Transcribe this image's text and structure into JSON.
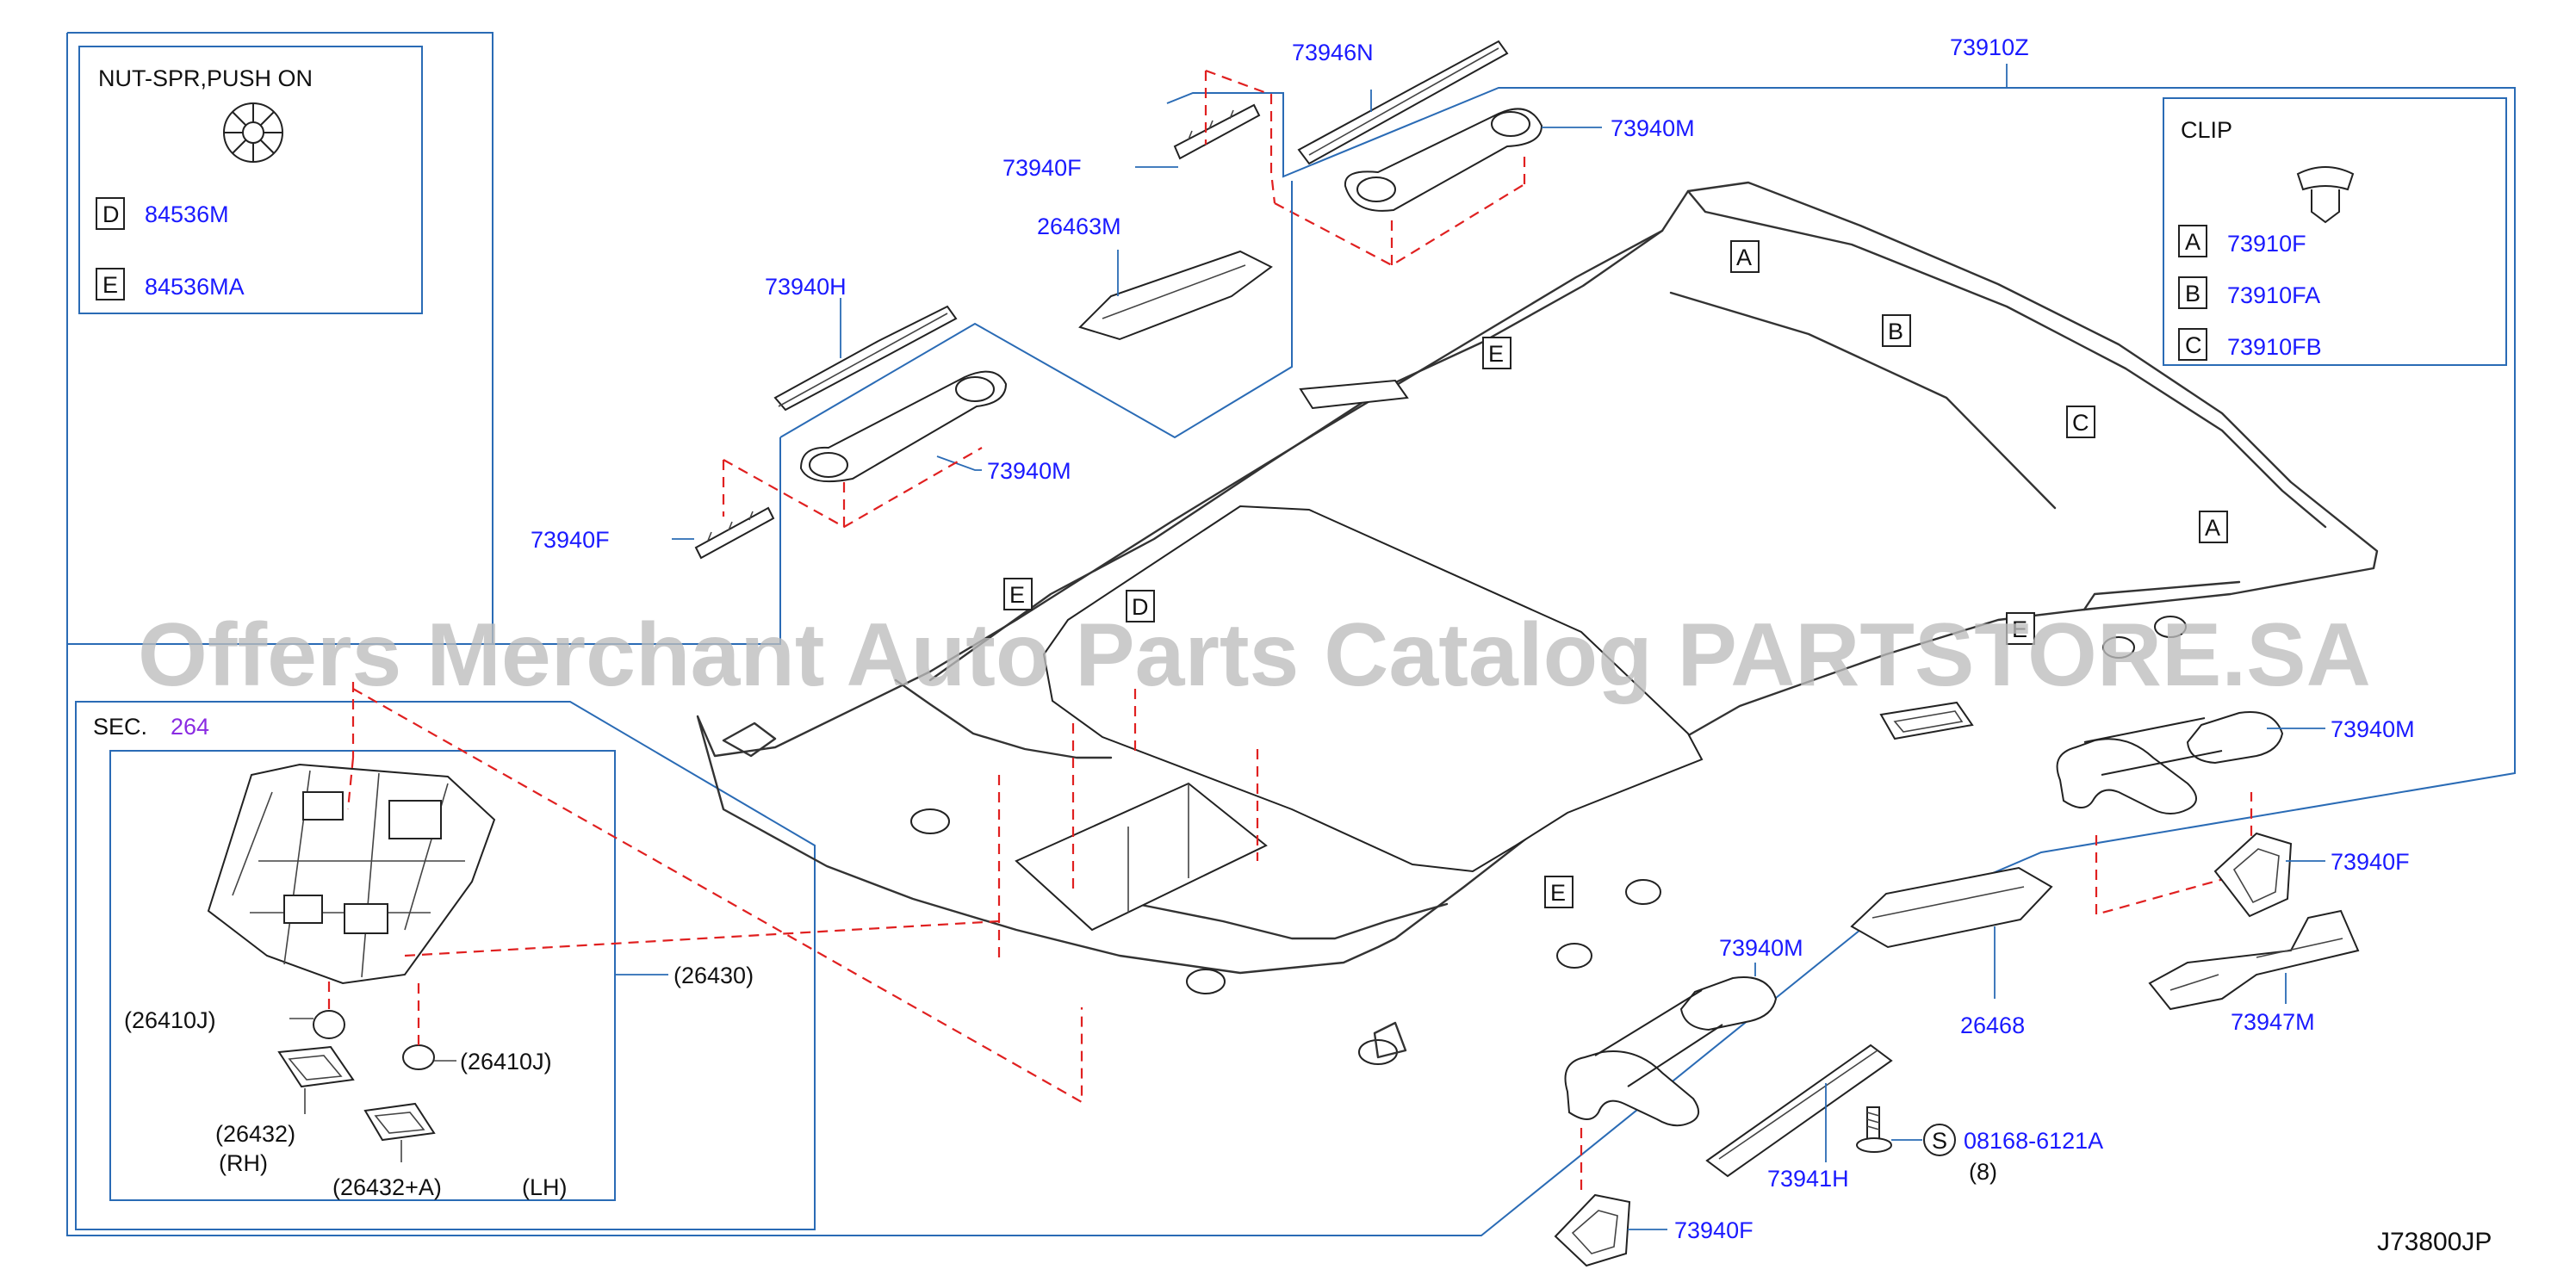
{
  "watermark": "Offers Merchant Auto Parts Catalog PARTSTORE.SA",
  "diagram_code": "J73800JP",
  "inset_nut": {
    "title": "NUT-SPR,PUSH   ON",
    "items": [
      {
        "letter": "D",
        "part": "84536M"
      },
      {
        "letter": "E",
        "part": "84536MA"
      }
    ]
  },
  "inset_clip": {
    "title": "CLIP",
    "items": [
      {
        "letter": "A",
        "part": "73910F"
      },
      {
        "letter": "B",
        "part": "73910FA"
      },
      {
        "letter": "C",
        "part": "73910FB"
      }
    ]
  },
  "inset_sec": {
    "title": "SEC.",
    "section": "264",
    "assembly": "(26430)",
    "parts": [
      "(26410J)",
      "(26410J)",
      "(26432)",
      "(RH)",
      "(26432+A)",
      "(LH)"
    ]
  },
  "callouts": {
    "c73910Z": "73910Z",
    "c73946N": "73946N",
    "c73940M_top": "73940M",
    "c73940F_top": "73940F",
    "c26463M": "26463M",
    "c73940H": "73940H",
    "c73940M_left": "73940M",
    "c73940F_left": "73940F",
    "c73940M_right": "73940M",
    "c73940F_right": "73940F",
    "c73947M": "73947M",
    "c26468": "26468",
    "c73940M_bottom": "73940M",
    "c73941H": "73941H",
    "c08168": "08168-6121A",
    "c08168_qty": "(8)",
    "c08168_letter": "S",
    "c73940F_bottom": "73940F"
  },
  "headliner_markers": [
    "A",
    "B",
    "C",
    "A",
    "E",
    "E",
    "D",
    "E",
    "E"
  ]
}
